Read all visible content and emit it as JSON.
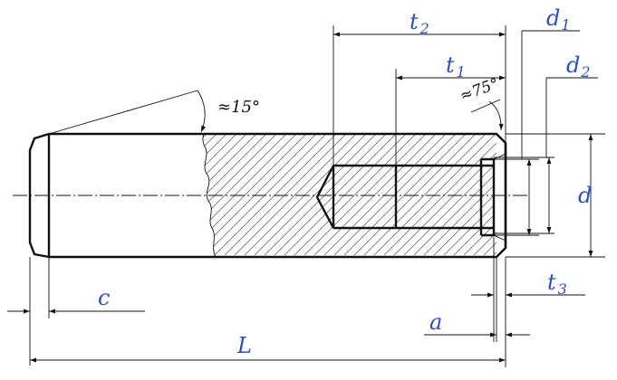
{
  "labels": {
    "L": "L",
    "c": "c",
    "a": "a",
    "d": "d",
    "d1": "d",
    "d1_sub": "1",
    "d2": "d",
    "d2_sub": "2",
    "t1": "t",
    "t1_sub": "1",
    "t2": "t",
    "t2_sub": "2",
    "t3": "t",
    "t3_sub": "3",
    "angle_15": "≈15°",
    "angle_75": "≈75°"
  },
  "colors": {
    "label_blue": "#2a4fc9",
    "line": "#111111"
  }
}
